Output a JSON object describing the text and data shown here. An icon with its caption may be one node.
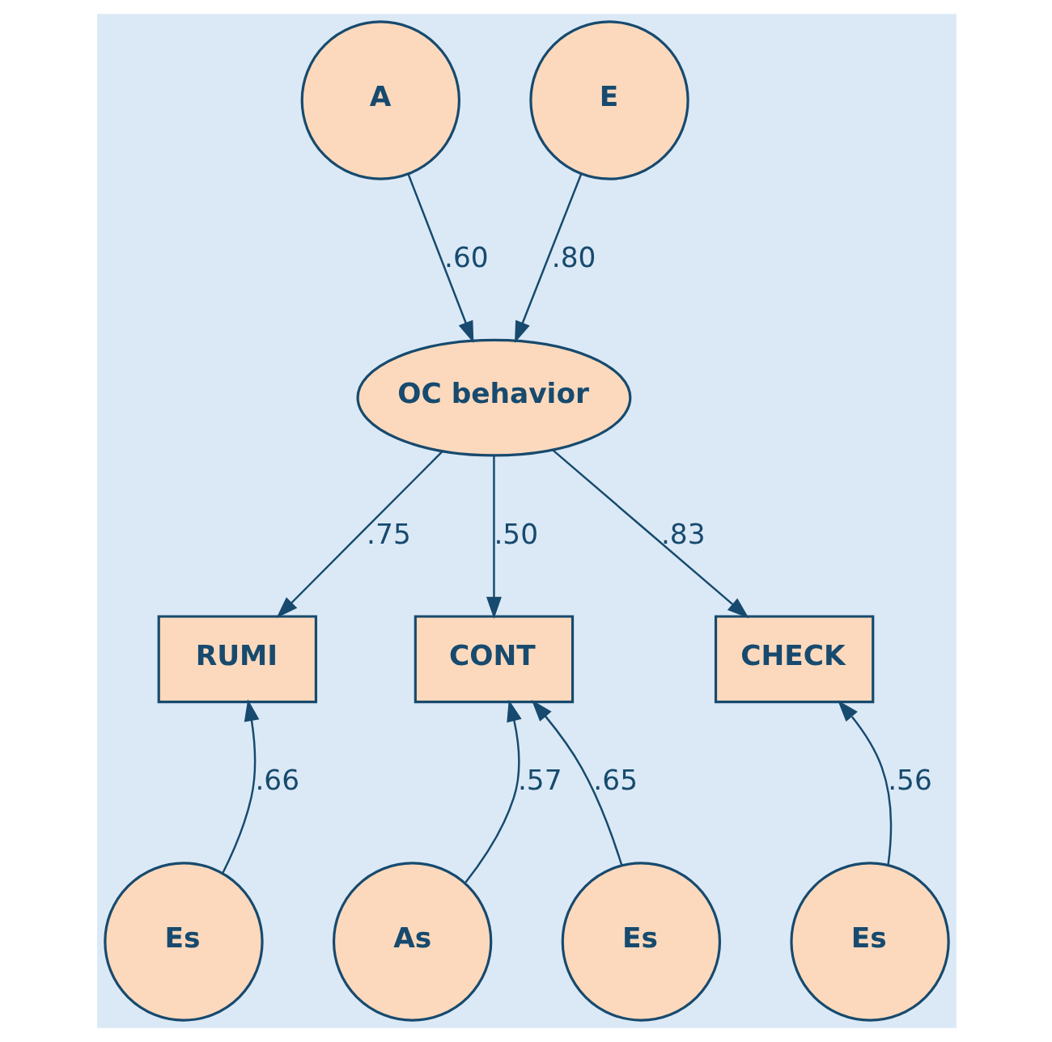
{
  "diagram": {
    "nodes": [
      {
        "text": [
          "A"
        ]
      },
      {
        "text": [
          "E"
        ]
      },
      {
        "text": [
          "OC behavior"
        ]
      },
      {
        "text": [
          "RUMI"
        ]
      },
      {
        "text": [
          "CONT"
        ]
      },
      {
        "text": [
          "CHECK"
        ]
      },
      {
        "text": [
          "Es"
        ]
      },
      {
        "text": [
          "As"
        ]
      },
      {
        "text": [
          "Es"
        ]
      },
      {
        "text": [
          "Es"
        ]
      }
    ],
    "edges": [
      {
        "from": 0,
        "to": 2,
        "arrow": "to",
        "label": ".60"
      },
      {
        "from": 1,
        "to": 2,
        "arrow": "to",
        "label": ".80"
      },
      {
        "from": 2,
        "to": 3,
        "arrow": "to",
        "label": ".75"
      },
      {
        "from": 2,
        "to": 4,
        "arrow": "to",
        "label": ".50"
      },
      {
        "from": 2,
        "to": 5,
        "arrow": "to",
        "label": ".83"
      },
      {
        "from": 6,
        "to": 3,
        "arrow": "to",
        "label": ".66"
      },
      {
        "from": 7,
        "to": 4,
        "arrow": "to",
        "label": ".57"
      },
      {
        "from": 8,
        "to": 4,
        "arrow": "to",
        "label": ".65"
      },
      {
        "from": 9,
        "to": 5,
        "arrow": "to",
        "label": ".56"
      }
    ]
  }
}
